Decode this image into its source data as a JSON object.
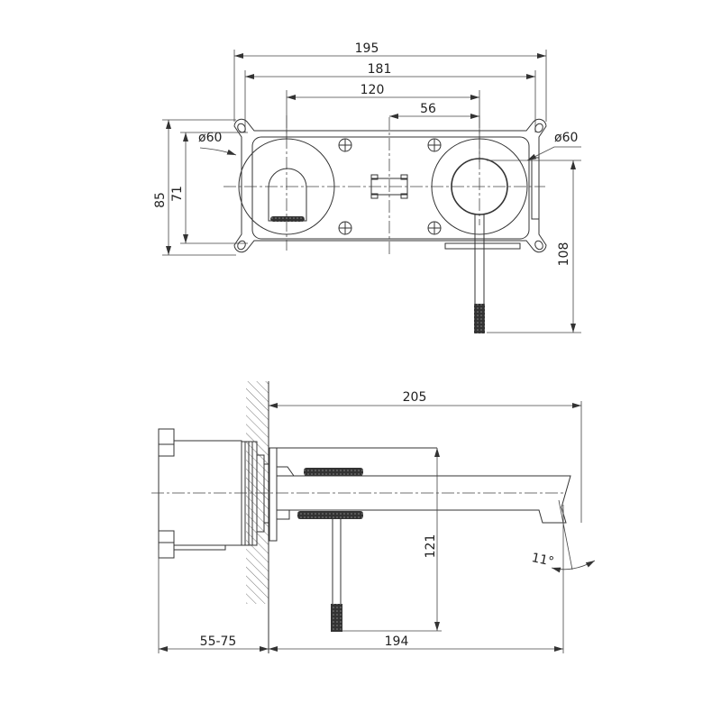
{
  "top_view": {
    "dim_overall_width": "195",
    "dim_plate_width": "181",
    "dim_center_distance": "120",
    "dim_handle_offset": "56",
    "dim_left_diameter": "ø60",
    "dim_right_diameter": "ø60",
    "dim_overall_height": "85",
    "dim_plate_height": "71",
    "dim_lever_length": "108"
  },
  "side_view": {
    "dim_projection": "205",
    "dim_spout_reach": "194",
    "dim_wall_depth": "55-75",
    "dim_lever_height": "121",
    "dim_angle": "11°"
  },
  "colors": {
    "line": "#333333",
    "fill_dark": "#3a3a3a"
  }
}
